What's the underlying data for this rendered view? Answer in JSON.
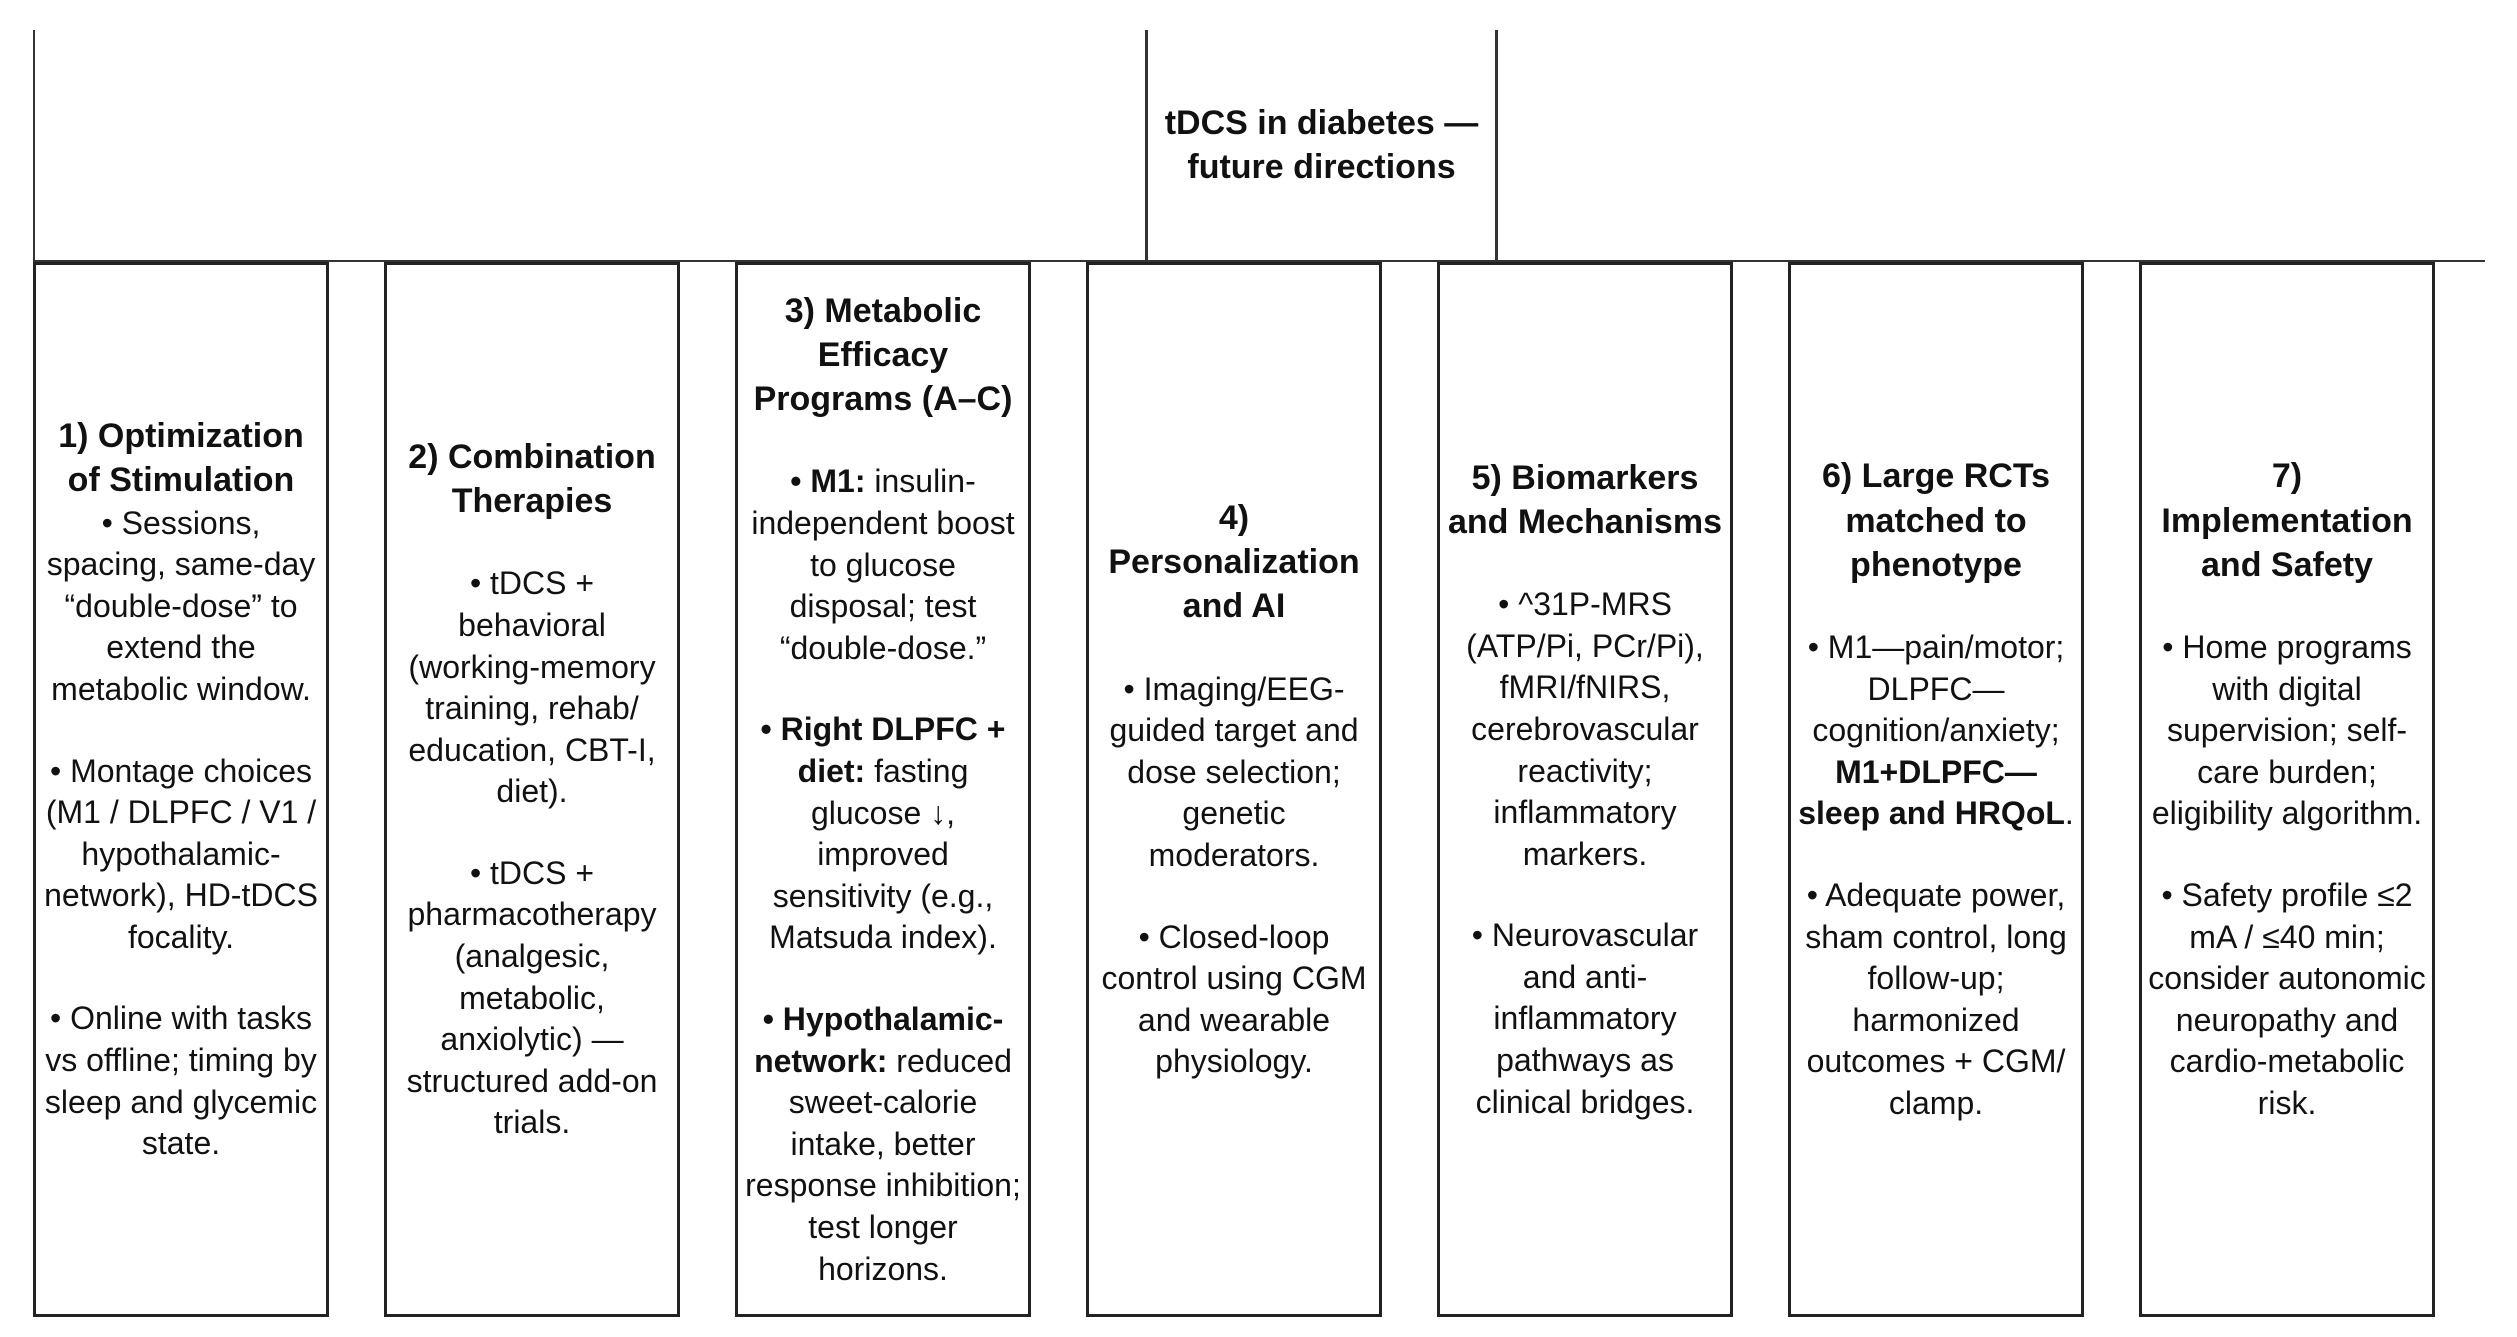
{
  "title": {
    "line1": "tDCS in diabetes —",
    "line2": "future directions"
  },
  "boxes": [
    {
      "heading": "1) Optimization of Stimulation",
      "items": [
        "• Sessions, spacing, same-day “double-dose” to extend the metabolic window.",
        "• Montage choices (M1 / DLPFC / V1 / hypothalamic-network), HD-tDCS focality.",
        "• Online with tasks vs offline; timing by sleep and glycemic state."
      ]
    },
    {
      "heading": "2) Combination Therapies",
      "items": [
        "• tDCS + behavioral (working-memory training, rehab/ education, CBT-I, diet).",
        "• tDCS + pharmacotherapy (analgesic, metabolic, anxiolytic) — structured add-on trials."
      ]
    },
    {
      "heading": "3) Metabolic Efficacy Programs (A–C)",
      "items": [
        {
          "lead": "• M1:",
          "rest": " insulin-independent boost to glucose disposal; test “double-dose.”"
        },
        {
          "lead": "• Right DLPFC + diet:",
          "rest": " fasting glucose ↓, improved sensitivity (e.g., Matsuda index)."
        },
        {
          "lead": "• Hypothalamic-network:",
          "rest": " reduced sweet-calorie intake, better response inhibition; test longer horizons."
        }
      ]
    },
    {
      "heading": "4) Personalization and AI",
      "items": [
        "• Imaging/EEG-guided target and dose selection; genetic moderators.",
        "• Closed-loop control using CGM and wearable physiology."
      ]
    },
    {
      "heading": "5) Biomarkers and Mechanisms",
      "items": [
        "• ^31P-MRS (ATP/Pi, PCr/Pi), fMRI/fNIRS, cerebrovascular reactivity; inflammatory markers.",
        "• Neurovascular and anti-inflammatory pathways as clinical bridges."
      ]
    },
    {
      "heading": "6) Large RCTs matched to phenotype",
      "item1_plain": "• M1—pain/motor; DLPFC—cognition/anxiety;",
      "item1_bold": "M1+DLPFC—sleep and HRQoL",
      "item1_end": ".",
      "item2": "• Adequate power, sham control, long follow-up; harmonized outcomes + CGM/ clamp."
    },
    {
      "heading": "7) Implementation and Safety",
      "items": [
        "• Home programs with digital supervision; self-care burden; eligibility algorithm.",
        "• Safety profile ≤2 mA / ≤40 min; consider autonomic neuropathy and cardio-metabolic risk."
      ]
    }
  ]
}
